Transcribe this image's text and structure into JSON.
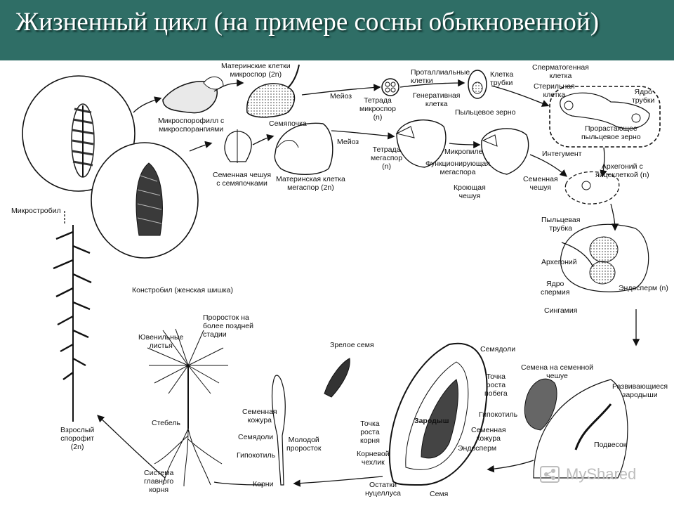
{
  "header": {
    "title": "Жизненный цикл (на примере сосны обыкновенной)"
  },
  "labels": {
    "mikrostrobil": "Микростробил",
    "makrostrobil": "Констробил (женская шишка)",
    "mikrosporofill": "Микроспорофилл с\nмикроспорангиями",
    "materinskie_mikrospor": "Материнские клетки\nмикроспор (2n)",
    "meioz1": "Мейоз",
    "tetrada_mikrospor": "Тетрада\nмикроспор\n(n)",
    "protallialnye": "Проталлиальные\nклетки",
    "generativnaya": "Генеративная\nклетка",
    "kletka_trubki": "Клетка\nтрубки",
    "pyltsevoe_zerno": "Пыльцевое зерно",
    "spermatogennaya": "Сперматогенная\nклетка",
    "sterilnaya": "Стерильная\nклетка",
    "yadro_trubki": "Ядро\nтрубки",
    "prorastayushchee": "Прорастающее\nпыльцевое зерно",
    "semyapochka": "Семяпочка",
    "meioz2": "Мейоз",
    "semennaya_cheshuya_s": "Семенная чешуя\nс семяпочками",
    "materinskaya_megaspor": "Материнская клетка\nмегаспор (2n)",
    "tetrada_megaspor": "Тетрада\nмегаспор\n(n)",
    "mikropile": "Микропиле",
    "funktsioniruyushchaya": "Функционирующая\nмегаспора",
    "kroyushchaya": "Кроющая\nчешуя",
    "semennaya_cheshuya": "Семенная\nчешуя",
    "integument": "Интегумент",
    "arkhegoniy": "Архегоний с\nяйцеклеткой (n)",
    "pyltsevaya_trubka": "Пыльцевая\nтрубка",
    "yadro_spermiya": "Ядро\nспермия",
    "arkhegoniy2": "Архегоний",
    "endosperm_n": "Эндосперм (n)",
    "singamiya": "Сингамия",
    "prorostok": "Проросток на\nболее поздней\nстадии",
    "yuvenilnye": "Ювенильные\nлистья",
    "zreloe_semya": "Зрелое семя",
    "semyadoli_top": "Семядоли",
    "tochka_rosta_pobega": "Точка\nроста\nпобега",
    "zarodysh": "Зародыш",
    "gipokotil_right": "Гипокотиль",
    "semennaya_kozhura_right": "Семенная\nкожура",
    "endosperm": "Эндосперм",
    "tochka_rosta_kornya": "Точка\nроста\nкорня",
    "kornevoy_chekhlik": "Корневой\nчехлик",
    "ostatki_nutsellusa": "Остатки\nнуцеллуса",
    "semya": "Семя",
    "semena_na_cheshue": "Семена на семенной\nчешуе",
    "razvivayushchiesya": "Развивающиеся\nзародыши",
    "podvesok": "Подвесок",
    "stebel": "Стебель",
    "semennaya_kozhura_left": "Семенная\nкожура",
    "semyadoli_left": "Семядоли",
    "gipokotil_left": "Гипокотиль",
    "molodoy_prorostok": "Молодой\nпроросток",
    "korni": "Корни",
    "sistema_kornya": "Система\nглавного\nкорня",
    "vzrosly_sporofit": "Взрослый\nспорофит\n(2n)"
  },
  "watermark": {
    "text": "MyShared"
  },
  "colors": {
    "header_bg": "#2f6e66",
    "header_text": "#ffffff",
    "ink": "#111111"
  }
}
